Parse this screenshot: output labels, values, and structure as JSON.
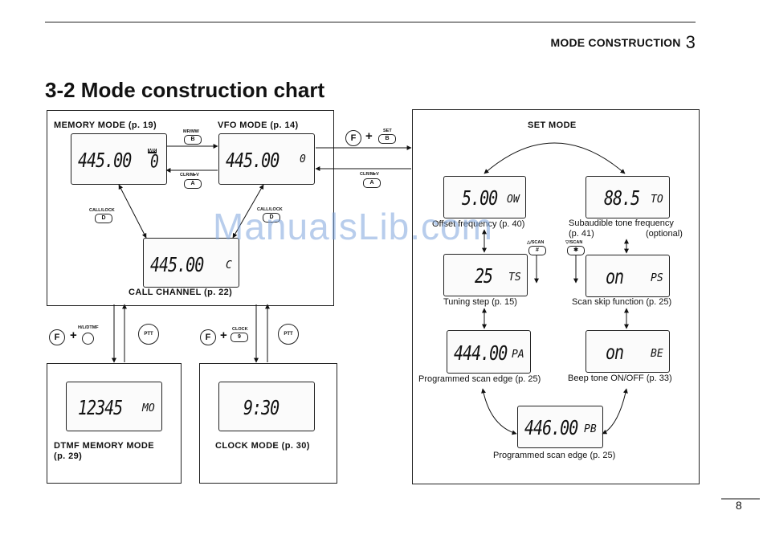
{
  "header": {
    "section_title": "MODE CONSTRUCTION",
    "section_number": "3"
  },
  "title": "3-2 Mode construction chart",
  "memory_mode": {
    "label": "MEMORY MODE",
    "page": "(p. 19)",
    "display": "445.00",
    "channel": "0"
  },
  "vfo_mode": {
    "label": "VFO MODE",
    "page": "(p. 14)",
    "display": "445.00",
    "channel": "0"
  },
  "call_channel": {
    "label": "CALL CHANNEL",
    "page": "(p. 22)",
    "display": "445.00",
    "channel": "C"
  },
  "keys": {
    "mr_mw_label": "MR/MW",
    "b": "B",
    "clr_label": "CLR/M▸V",
    "a": "A",
    "call_lock_label": "CALL/LOCK",
    "d": "D",
    "set_label": "SET",
    "f": "F",
    "hl_dtmf_label": "H/L/DTMF",
    "ptt": "PTT",
    "clock_label": "CLOCK",
    "nine": "9",
    "up_scan_label": "△/SCAN",
    "hash": "#",
    "down_scan_label": "▽/SCAN",
    "star": "✱",
    "plus": "+"
  },
  "set_mode": {
    "title": "SET MODE",
    "offset": {
      "display": "5.00",
      "indicator": "OW",
      "caption": "Offset frequency (p. 40)"
    },
    "tone": {
      "display": "88.5",
      "indicator": "TO",
      "caption1": "Subaudible tone frequency",
      "caption2": "(p. 41)",
      "caption3": "(optional)"
    },
    "tuning": {
      "display": "25",
      "indicator": "TS",
      "caption": "Tuning step (p. 15)"
    },
    "skip": {
      "display": "on",
      "indicator": "PS",
      "caption": "Scan skip function (p. 25)"
    },
    "edge_a": {
      "display": "444.00",
      "indicator": "PA",
      "caption": "Programmed scan edge (p. 25)"
    },
    "beep": {
      "display": "on",
      "indicator": "BE",
      "caption": "Beep tone ON/OFF (p. 33)"
    },
    "edge_b": {
      "display": "446.00",
      "indicator": "PB",
      "caption": "Programmed scan edge (p. 25)"
    }
  },
  "dtmf_mode": {
    "label": "DTMF MEMORY MODE",
    "page": "(p. 29)",
    "display": "12345",
    "indicator": "MO"
  },
  "clock_mode": {
    "label": "CLOCK MODE",
    "page": "(p. 30)",
    "display": "9:30"
  },
  "watermark": "ManualsLib.com",
  "page_number": "8"
}
